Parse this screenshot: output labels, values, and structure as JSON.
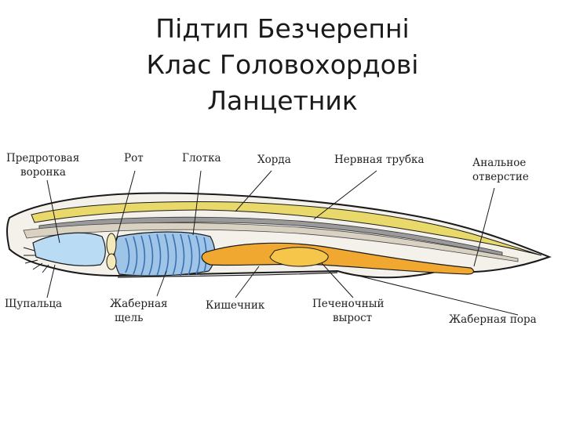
{
  "title": {
    "line1": "Підтип Безчерепні",
    "line2": "Клас Головохордові",
    "line3": "Ланцетник"
  },
  "diagram": {
    "labels": {
      "predrotovaya_1": "Предротовая",
      "predrotovaya_2": "воронка",
      "rot": "Рот",
      "glotka": "Глотка",
      "horda": "Хорда",
      "nervnaya": "Нервная трубка",
      "analnoe_1": "Анальное",
      "analnoe_2": "отверстие",
      "shchupaltsa": "Щупальца",
      "zhabernaya_1": "Жаберная",
      "zhabernaya_2": "щель",
      "kishechnik": "Кишечник",
      "pechen_1": "Печеночный",
      "pechen_2": "вырост",
      "pora": "Жаберная пора"
    },
    "colors": {
      "outline": "#1a1a1a",
      "body_fill": "#f4f1ea",
      "notochord": "#d9d2c2",
      "neural_tube": "#9a9a9a",
      "dorsal_fin": "#e8d96a",
      "pharynx": "#9ec4e8",
      "gill_stripes": "#3b6fb0",
      "intestine": "#f0a830",
      "liver": "#f6c64a",
      "vestibule": "#b9dcf4"
    }
  }
}
